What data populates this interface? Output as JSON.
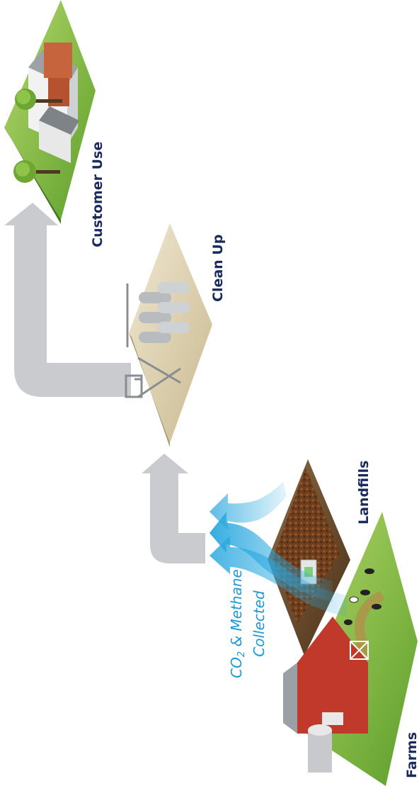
{
  "labels": {
    "customer_use": "Customer Use",
    "clean_up": "Clean Up",
    "landfills": "Landfills",
    "farms": "Farms",
    "collected_line1_prefix": "CO",
    "collected_line1_sub": "2",
    "collected_line1_suffix": " & Methane",
    "collected_line2": "Collected"
  },
  "colors": {
    "label_text": "#1b2a5c",
    "collected_text": "#1d9ad6",
    "grass": "#8cc63f",
    "grass_dark": "#5fa12c",
    "cleanup_ground": "#e6dcc0",
    "landfill_ground": "#6b4a2a",
    "arrow_gray": "#c9cbce",
    "gas_arrow": "#2aa8df",
    "barn_red": "#c0392b"
  },
  "icons": [
    "house-icon",
    "tree-icon",
    "processing-tanks-icon",
    "barn-icon",
    "silo-icon",
    "cow-icon",
    "landfill-icon",
    "gas-flow-arrow-icon",
    "flow-arrow-icon"
  ]
}
